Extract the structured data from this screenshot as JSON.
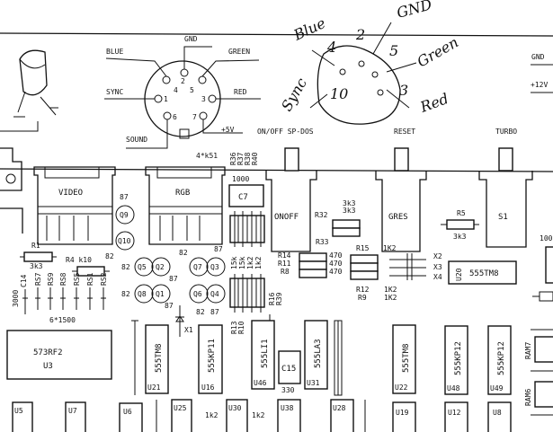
{
  "title": "Board layout schematic scan",
  "din_connector": {
    "labels": {
      "gnd": "GND",
      "blue": "BLUE",
      "green": "GREEN",
      "sync": "SYNC",
      "red": "RED",
      "sound": "SOUND",
      "plus5v": "+5V"
    },
    "pins": [
      "2",
      "4",
      "5",
      "1",
      "3",
      "6",
      "7"
    ]
  },
  "handwritten_connector": {
    "labels": {
      "blue": "Blue",
      "gnd": "GND",
      "green": "Green",
      "sync": "Sync",
      "red": "Red"
    },
    "pins": [
      "2",
      "4",
      "5",
      "10",
      "3"
    ]
  },
  "power": {
    "gnd": "GND",
    "v12": "+12V"
  },
  "switches": {
    "onoff_label": "ON/OFF SP-DOS",
    "reset_label": "RESET",
    "turbo_label": "TURBO",
    "onoff": "ONOFF",
    "gres": "GRES",
    "s1": "S1"
  },
  "connectors": {
    "video": "VIDEO",
    "rgb": "RGB"
  },
  "resistor_note": "4*k51",
  "resistor_stack_top": [
    "R36",
    "R37",
    "R38",
    "R40"
  ],
  "components": {
    "c7": "C7",
    "c7_val": "1000",
    "c15": "C15",
    "c15_val": "330",
    "c14": "C14",
    "c14_val": "3000",
    "r1": "R1",
    "r1_val": "3k3",
    "r4": "R4 k10",
    "r5": "R5",
    "r5_val": "3k3",
    "r32": "R32",
    "r33": "R33",
    "r32_val": "3k3",
    "r33_val": "3k3",
    "r14": "R14",
    "r11": "R11",
    "r8": "R8",
    "r15": "R15",
    "r12": "R12",
    "r9": "R9",
    "v470": "470",
    "v1k2": "1K2",
    "r16": "R16",
    "r39": "R39",
    "r13": "R13",
    "r10": "R10",
    "caps_row": [
      "RS7",
      "RS9",
      "RS8",
      "RS5",
      "RS1",
      "RS2"
    ],
    "caps_val": "6*1500",
    "vals_right": [
      "15k",
      "15k",
      "1k2",
      "1k2"
    ],
    "r_small": "1k2",
    "x1": "X1",
    "x2": "X2",
    "x3": "X3",
    "x4": "X4",
    "r_right": "100"
  },
  "transistors": {
    "q9": "Q9",
    "q10": "Q10",
    "q5": "Q5",
    "q2": "Q2",
    "q8": "Q8",
    "q1": "Q1",
    "q7": "Q7",
    "q3": "Q3",
    "q6": "Q6",
    "q4": "Q4",
    "t87": "87",
    "t82": "82"
  },
  "ics": {
    "u3": {
      "ref": "U3",
      "part": "573RF2"
    },
    "u21": {
      "ref": "U21",
      "part": "555TM8"
    },
    "u16": {
      "ref": "U16",
      "part": "555KP11"
    },
    "u46": {
      "ref": "U46",
      "part": "555LI1"
    },
    "u31": {
      "ref": "U31",
      "part": "555LA3"
    },
    "u22": {
      "ref": "U22",
      "part": "555TM8"
    },
    "u48": {
      "ref": "U48",
      "part": "555KP12"
    },
    "u49": {
      "ref": "U49",
      "part": "555KP12"
    },
    "u20": {
      "ref": "U20",
      "part": "555TM8"
    },
    "bottom": [
      "U5",
      "U7",
      "U6",
      "U25",
      "U30",
      "U38",
      "U28",
      "U19",
      "U12",
      "U8"
    ],
    "ram7": "RAM7",
    "ram6": "RAM6"
  }
}
